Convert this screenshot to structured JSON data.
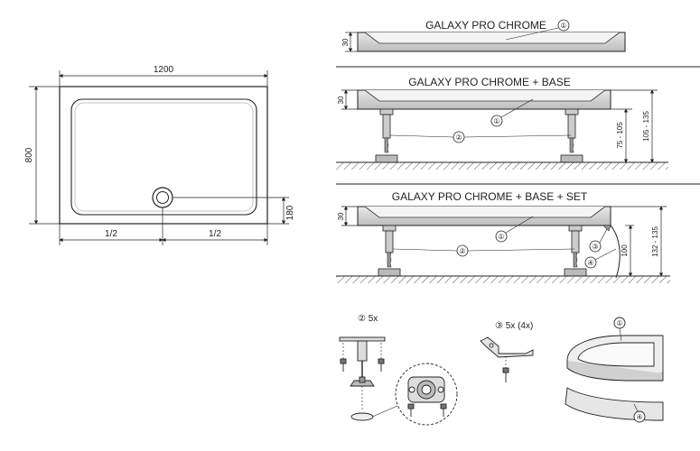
{
  "plan": {
    "width_label": "1200",
    "height_label": "800",
    "half_left": "1/2",
    "half_right": "1/2",
    "drain_offset": "180"
  },
  "view1": {
    "title": "GALAXY PRO CHROME",
    "dim_thickness": "30",
    "callout": "①"
  },
  "view2": {
    "title": "GALAXY PRO CHROME + BASE",
    "dim_thickness": "30",
    "dim_leg": "75 - 105",
    "dim_total": "105 - 135",
    "callout_tray": "①",
    "callout_legs": "②"
  },
  "view3": {
    "title": "GALAXY PRO CHROME + BASE + SET",
    "dim_thickness": "30",
    "dim_panel": "100",
    "dim_total": "132 - 135",
    "callout_tray": "①",
    "callout_legs": "②",
    "callout_bracket": "③",
    "callout_panel": "④"
  },
  "parts": {
    "legs_label": "② 5x",
    "bracket_label": "③ 5x (4x)",
    "tray_callout": "①",
    "panel_callout": "④"
  },
  "colors": {
    "line": "#222222",
    "tray_fill": "#d6d6d6",
    "hatch": "#555555"
  }
}
